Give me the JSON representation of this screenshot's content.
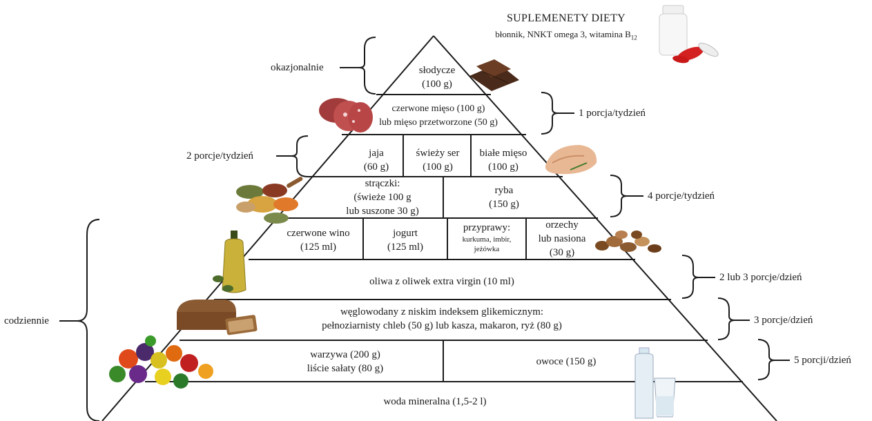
{
  "header": {
    "title": "SUPLEMENETY DIETY",
    "subtitle_main": "błonnik, NNKT omega 3, witamina B",
    "subtitle_sub": "12"
  },
  "tiers": {
    "sweets": {
      "line1": "słodycze",
      "line2": "(100 g)"
    },
    "red_meat": {
      "line1": "czerwone mięso (100 g)",
      "line2": "lub mięso przetworzone (50 g)"
    },
    "eggs": {
      "line1": "jaja",
      "line2": "(60 g)"
    },
    "fresh_cheese": {
      "line1": "świeży ser",
      "line2": "(100 g)"
    },
    "white_meat": {
      "line1": "białe mięso",
      "line2": "(100 g)"
    },
    "legumes": {
      "line1": "strączki:",
      "line2": "(świeże 100 g",
      "line3": "lub suszone 30 g)"
    },
    "fish": {
      "line1": "ryba",
      "line2": "(150 g)"
    },
    "red_wine": {
      "line1": "czerwone wino",
      "line2": "(125 ml)"
    },
    "yogurt": {
      "line1": "jogurt",
      "line2": "(125 ml)"
    },
    "spices": {
      "line1": "przyprawy:",
      "line2": "kurkuma, imbir,",
      "line3": "jeżówka"
    },
    "nuts": {
      "line1": "orzechy",
      "line2": "lub nasiona",
      "line3": "(30 g)"
    },
    "olive_oil": {
      "line1": "oliwa z oliwek extra virgin (10 ml)"
    },
    "carbs": {
      "line1": "węglowodany z niskim indeksem glikemicznym:",
      "line2": "pełnoziarnisty chleb (50 g) lub kasza, makaron, ryż (80 g)"
    },
    "vegetables": {
      "line1": "warzywa (200 g)",
      "line2": "liście sałaty (80 g)"
    },
    "fruit": {
      "line1": "owoce (150 g)"
    },
    "water": {
      "line1": "woda mineralna (1,5-2 l)"
    }
  },
  "frequencies": {
    "occasionally": "okazjonalnie",
    "one_per_week": "1 porcja/tydzień",
    "two_per_week": "2 porcje/tydzień",
    "four_per_week": "4 porcje/tydzień",
    "daily": "codziennie",
    "two_three_per_day": "2 lub 3 porcje/dzień",
    "three_per_day": "3 porcje/dzień",
    "five_per_day": "5 porcji/dzień"
  },
  "icons": [
    "supplement-bottle-icon",
    "chocolate-icon",
    "salami-icon",
    "chicken-icon",
    "legumes-icon",
    "olive-oil-icon",
    "nuts-icon",
    "bread-icon",
    "fruit-vegetables-icon",
    "water-bottle-icon"
  ],
  "colors": {
    "line": "#1a1a1a",
    "background": "#ffffff"
  }
}
